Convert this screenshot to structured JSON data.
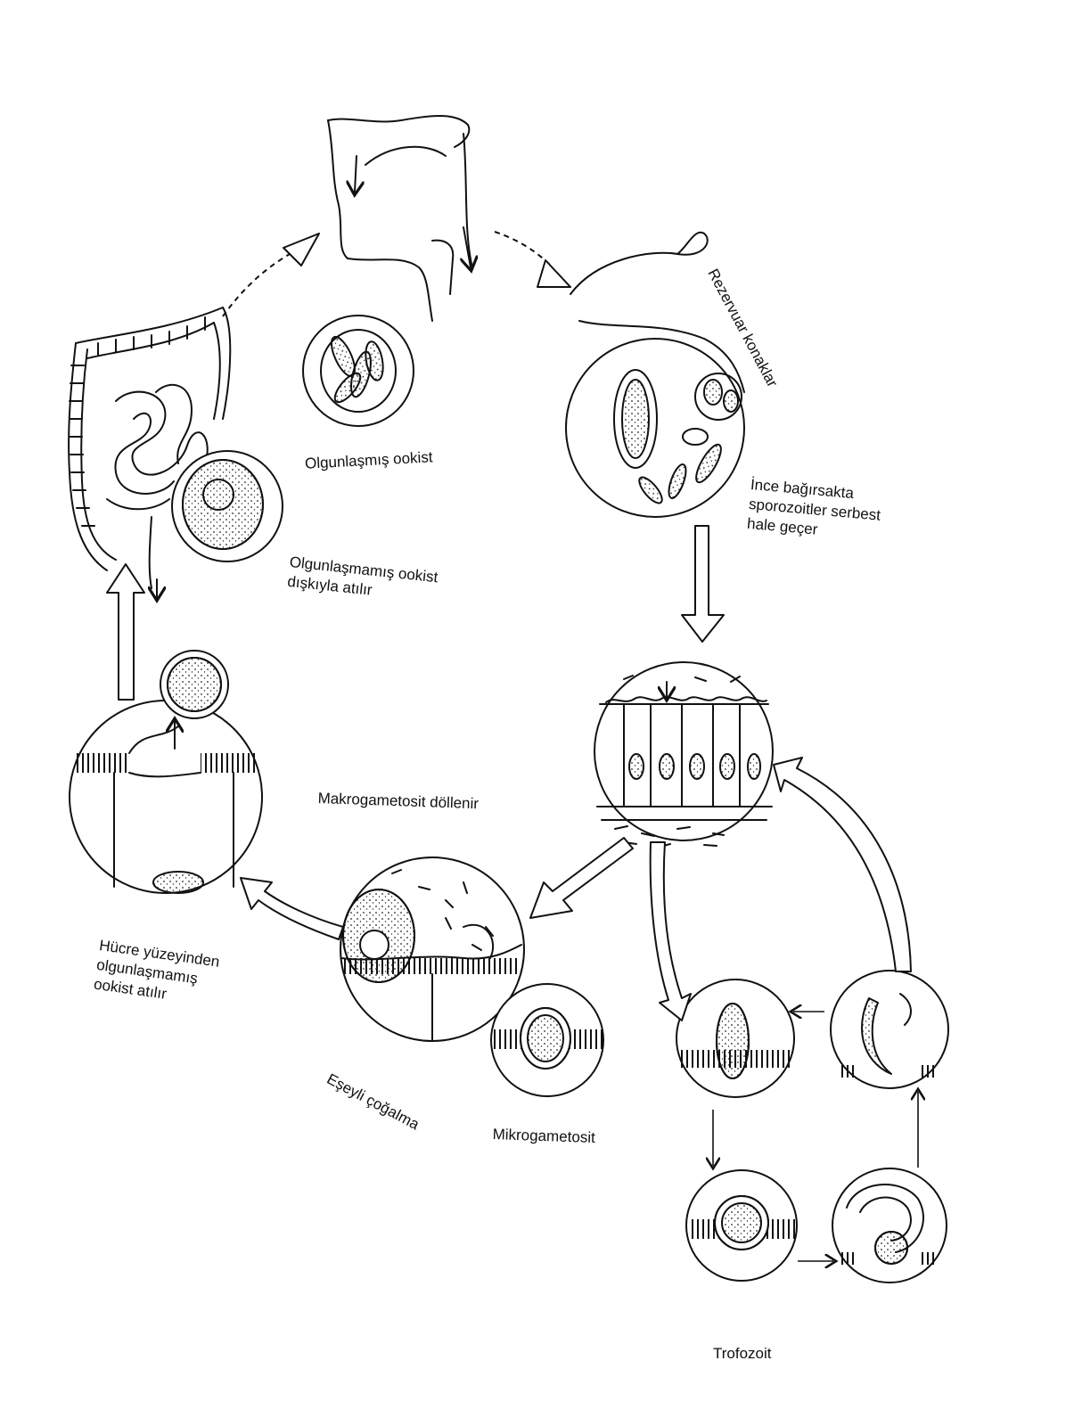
{
  "labels": {
    "reservoir_hosts": "Rezervuar konaklar",
    "mature_oocyst": "Olgunlaşmış ookist",
    "small_intestine": [
      "İnce bağırsakta",
      "sporozoitler serbest",
      "hale geçer"
    ],
    "immature_oocyst_feces": [
      "Olgunlaşmamış ookist",
      "dışkıyla atılır"
    ],
    "macrogametocyte": "Makrogametosit döllenir",
    "cell_surface": [
      "Hücre yüzeyinden",
      "olgunlaşmamış",
      "ookist atılır"
    ],
    "sexual_reproduction": "Eşeyli çoğalma",
    "microgametocyte": "Mikrogametosit",
    "trophozoite": "Trofozoit"
  }
}
